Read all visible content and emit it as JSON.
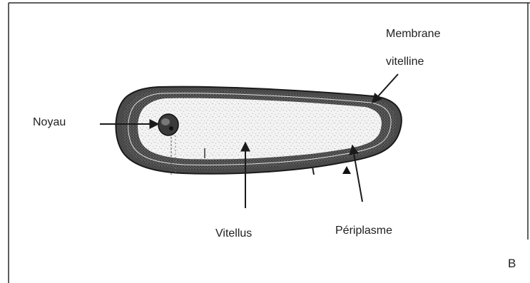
{
  "labels": {
    "noyau": "Noyau",
    "membrane_line1": "Membrane",
    "membrane_line2": "vitelline",
    "vitellus": "Vitellus",
    "periplasme": "Périplasme",
    "panel_letter": "B"
  }
}
